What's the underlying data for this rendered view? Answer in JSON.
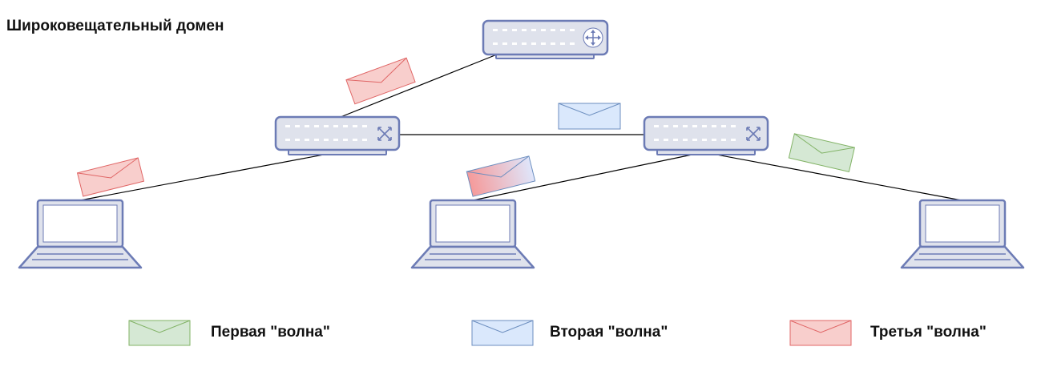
{
  "title": "Широковещательный домен",
  "legend": [
    {
      "label": "Первая \"волна\"",
      "color": "green"
    },
    {
      "label": "Вторая \"волна\"",
      "color": "blue"
    },
    {
      "label": "Третья \"волна\"",
      "color": "red"
    }
  ],
  "colors": {
    "device_fill": "#dfe2ec",
    "device_stroke": "#6c7bb5",
    "laptop_screen": "#ffffff",
    "link": "#000000",
    "green_fill": "#d5e8d4",
    "green_stroke": "#82b366",
    "blue_fill": "#dae8fc",
    "blue_stroke": "#6c8ebf",
    "red_fill": "#f8cecc",
    "red_stroke": "#e06666"
  },
  "icons": {
    "router": "router-icon",
    "switch": "switch-icon",
    "laptop": "laptop-icon",
    "envelope": "envelope-icon"
  }
}
